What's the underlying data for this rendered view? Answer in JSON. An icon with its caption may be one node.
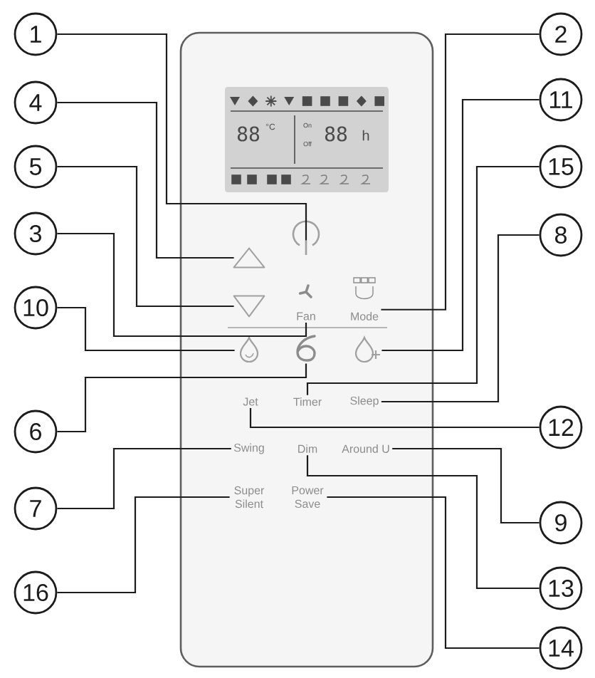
{
  "diagram": {
    "nodes": [
      {
        "text": [
          "1"
        ]
      },
      {
        "text": [
          "2"
        ]
      },
      {
        "text": [
          "4"
        ]
      },
      {
        "text": [
          "11"
        ]
      },
      {
        "text": [
          "5"
        ]
      },
      {
        "text": [
          "15"
        ]
      },
      {
        "text": [
          "3"
        ]
      },
      {
        "text": [
          "8"
        ]
      },
      {
        "text": [],
        "shape": "triangle"
      },
      {
        "text": [],
        "shape": "picture"
      },
      {
        "text": [],
        "shape": "triangle"
      },
      {
        "text": [
          "Fan"
        ]
      },
      {
        "text": [
          "Mode"
        ]
      },
      {
        "text": [
          "10"
        ]
      },
      {
        "text": [],
        "shape": "picture"
      },
      {
        "text": [],
        "shape": "picture"
      },
      {
        "text": [],
        "shape": "picture"
      },
      {
        "text": [
          "Jet"
        ]
      },
      {
        "text": [
          "Timer"
        ]
      },
      {
        "text": [
          "Sleep"
        ]
      },
      {
        "text": [
          "6"
        ]
      },
      {
        "text": [
          "12"
        ]
      },
      {
        "text": [
          "Swing"
        ]
      },
      {
        "text": [
          "Dim"
        ]
      },
      {
        "text": [
          "Around U"
        ]
      },
      {
        "text": [
          "Super Silent"
        ]
      },
      {
        "text": [
          "Power Save"
        ]
      },
      {
        "text": [
          "7"
        ]
      },
      {
        "text": [
          "9"
        ]
      },
      {
        "text": [
          "13"
        ]
      },
      {
        "text": [
          "16"
        ]
      },
      {
        "text": [
          "14"
        ]
      }
    ],
    "edges": [
      {
        "from": 0,
        "to": 9,
        "arrow": "none"
      },
      {
        "from": 1,
        "to": 12,
        "arrow": "none"
      },
      {
        "from": 2,
        "to": 8,
        "arrow": "none"
      },
      {
        "from": 3,
        "to": 16,
        "arrow": "none"
      },
      {
        "from": 4,
        "to": 10,
        "arrow": "none"
      },
      {
        "from": 5,
        "to": 18,
        "arrow": "none"
      },
      {
        "from": 6,
        "to": 11,
        "arrow": "none"
      },
      {
        "from": 7,
        "to": 19,
        "arrow": "none"
      },
      {
        "from": 13,
        "to": 14,
        "arrow": "none"
      },
      {
        "from": 20,
        "to": 15,
        "arrow": "none"
      },
      {
        "from": 21,
        "to": 17,
        "arrow": "none"
      },
      {
        "from": 27,
        "to": 22,
        "arrow": "none"
      },
      {
        "from": 28,
        "to": 24,
        "arrow": "none"
      },
      {
        "from": 29,
        "to": 23,
        "arrow": "none"
      },
      {
        "from": 30,
        "to": 25,
        "arrow": "none"
      },
      {
        "from": 31,
        "to": 26,
        "arrow": "none"
      }
    ],
    "labels": [
      "88",
      "°C",
      "On",
      "Off",
      "88",
      "h"
    ]
  }
}
